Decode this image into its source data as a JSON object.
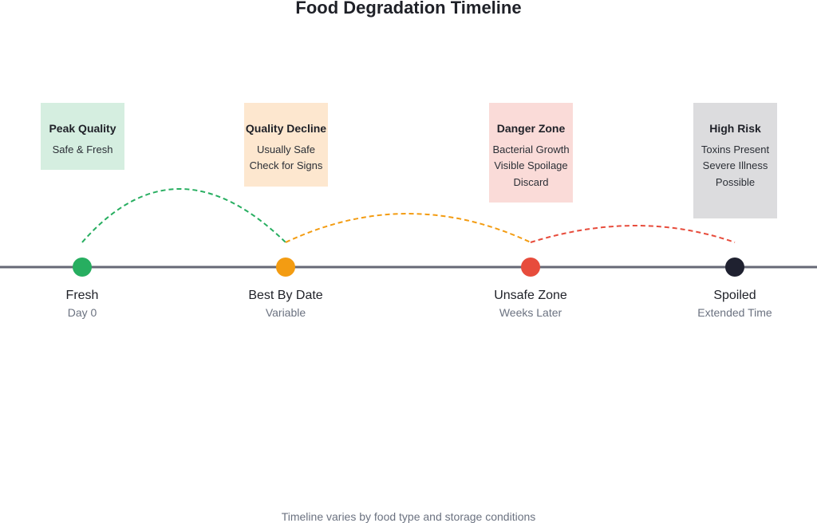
{
  "title": "Food Degradation Timeline",
  "stages": [
    {
      "label": "Fresh",
      "sublabel": "Day 0",
      "color": "#27ae60",
      "card": {
        "title": "Peak Quality",
        "lines": [
          "Safe & Fresh"
        ],
        "bg": "#d5eee0"
      }
    },
    {
      "label": "Best By Date",
      "sublabel": "Variable",
      "color": "#f39c12",
      "card": {
        "title": "Quality Decline",
        "lines": [
          "Usually Safe",
          "Check for Signs"
        ],
        "bg": "#fde7cf"
      }
    },
    {
      "label": "Unsafe Zone",
      "sublabel": "Weeks Later",
      "color": "#e74c3c",
      "card": {
        "title": "Danger Zone",
        "lines": [
          "Bacterial Growth",
          "Visible Spoilage",
          "Discard"
        ],
        "bg": "#fadbd8"
      }
    },
    {
      "label": "Spoiled",
      "sublabel": "Extended Time",
      "color": "#1f2130",
      "card": {
        "title": "High Risk",
        "lines": [
          "Toxins Present",
          "Severe Illness",
          "Possible"
        ],
        "bg": "#dcdcde"
      }
    }
  ],
  "footnote": "Timeline varies by food type and storage conditions"
}
